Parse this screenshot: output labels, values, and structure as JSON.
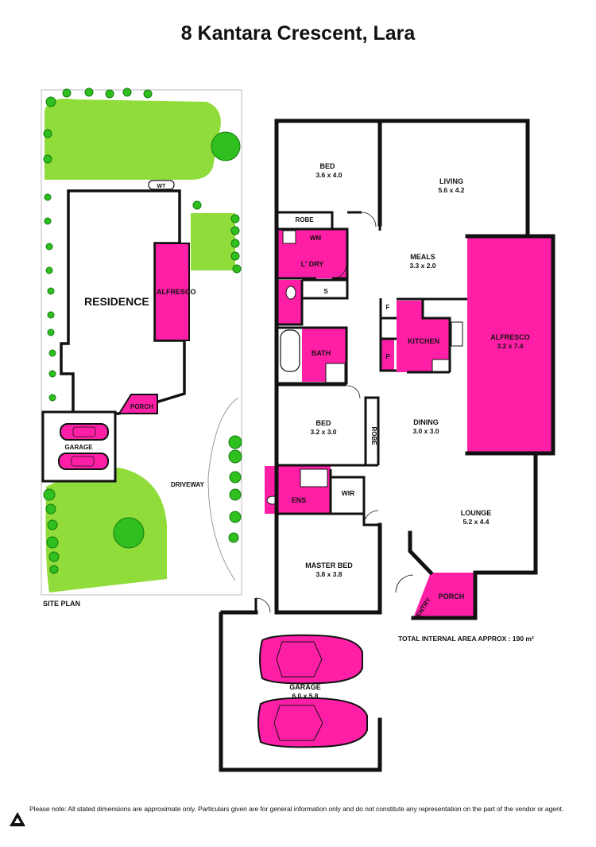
{
  "title": "8 Kantara Crescent, Lara",
  "site_plan": {
    "caption": "SITE PLAN",
    "labels": {
      "residence": "RESIDENCE",
      "alfresco": "ALFRESCO",
      "porch": "PORCH",
      "garage": "GARAGE",
      "driveway": "DRIVEWAY",
      "water_tank": "WT"
    }
  },
  "rooms": {
    "bed2": {
      "name": "BED",
      "size": "3.6 x 4.0"
    },
    "living": {
      "name": "LIVING",
      "size": "5.6 x 4.2"
    },
    "robe1": {
      "name": "ROBE"
    },
    "wm": {
      "name": "WM"
    },
    "laundry": {
      "name": "L' DRY"
    },
    "meals": {
      "name": "MEALS",
      "size": "3.3 x 2.0"
    },
    "s": {
      "name": "S"
    },
    "f": {
      "name": "F"
    },
    "p": {
      "name": "P"
    },
    "kitchen": {
      "name": "KITCHEN"
    },
    "alfresco": {
      "name": "ALFRESCO",
      "size": "3.2 x 7.4"
    },
    "bath": {
      "name": "BATH"
    },
    "bed3": {
      "name": "BED",
      "size": "3.2 x 3.0"
    },
    "robe2": {
      "name": "ROBE"
    },
    "dining": {
      "name": "DINING",
      "size": "3.0 x 3.0"
    },
    "ens": {
      "name": "ENS"
    },
    "wir": {
      "name": "WIR"
    },
    "lounge": {
      "name": "LOUNGE",
      "size": "5.2 x 4.4"
    },
    "master": {
      "name": "MASTER BED",
      "size": "3.8 x 3.8"
    },
    "entry": {
      "name": "ENTRY"
    },
    "porch": {
      "name": "PORCH"
    },
    "garage": {
      "name": "GARAGE",
      "size": "6.0 x 5.8"
    }
  },
  "total_area": "TOTAL INTERNAL AREA APPROX : 190 m²",
  "disclaimer": "Please note: All stated dimensions are approximate only. Particulars given are for general information only and do not constitute any representation on the part of the vendor or agent.",
  "colors": {
    "accent": "#ff1fa7",
    "grass": "#8fdc3a",
    "shrub": "#2fbf1f",
    "wall": "#111111"
  }
}
